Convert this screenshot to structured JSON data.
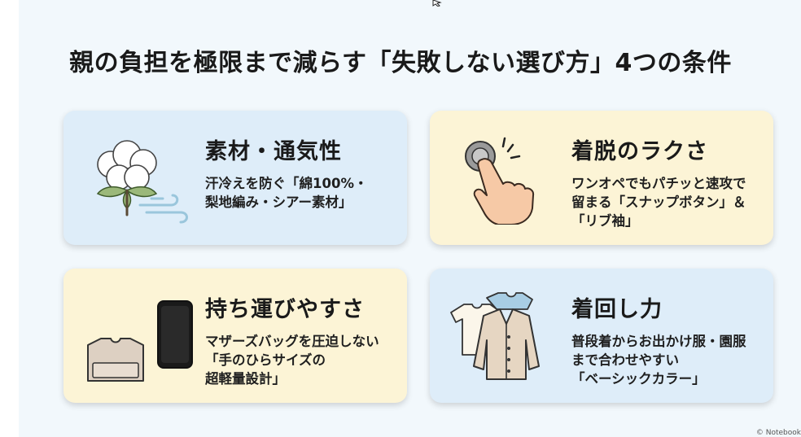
{
  "title": "親の負担を極限まで減らす「失敗しない選び方」4つの条件",
  "cards": [
    {
      "title": "素材・通気性",
      "lines": [
        "汗冷えを防ぐ「綿100%・",
        "梨地編み・シアー素材」"
      ],
      "icon": "cotton-icon",
      "color": "#deedf9"
    },
    {
      "title": "着脱のラクさ",
      "lines": [
        "ワンオペでもパチッと速攻で",
        "留まる「スナップボタン」＆",
        "「リブ袖」"
      ],
      "icon": "finger-press-icon",
      "color": "#fcf4d6"
    },
    {
      "title": "持ち運びやすさ",
      "lines": [
        "マザーズバッグを圧迫しない",
        "「手のひらサイズの",
        "超軽量設計」"
      ],
      "icon": "folded-clothes-phone-icon",
      "color": "#fcf4d6"
    },
    {
      "title": "着回し力",
      "lines": [
        "普段着からお出かけ服・園服",
        "まで合わせやすい",
        "「ベーシックカラー」"
      ],
      "icon": "cardigan-icon",
      "color": "#deedf9"
    }
  ],
  "footer": "© Notebook"
}
